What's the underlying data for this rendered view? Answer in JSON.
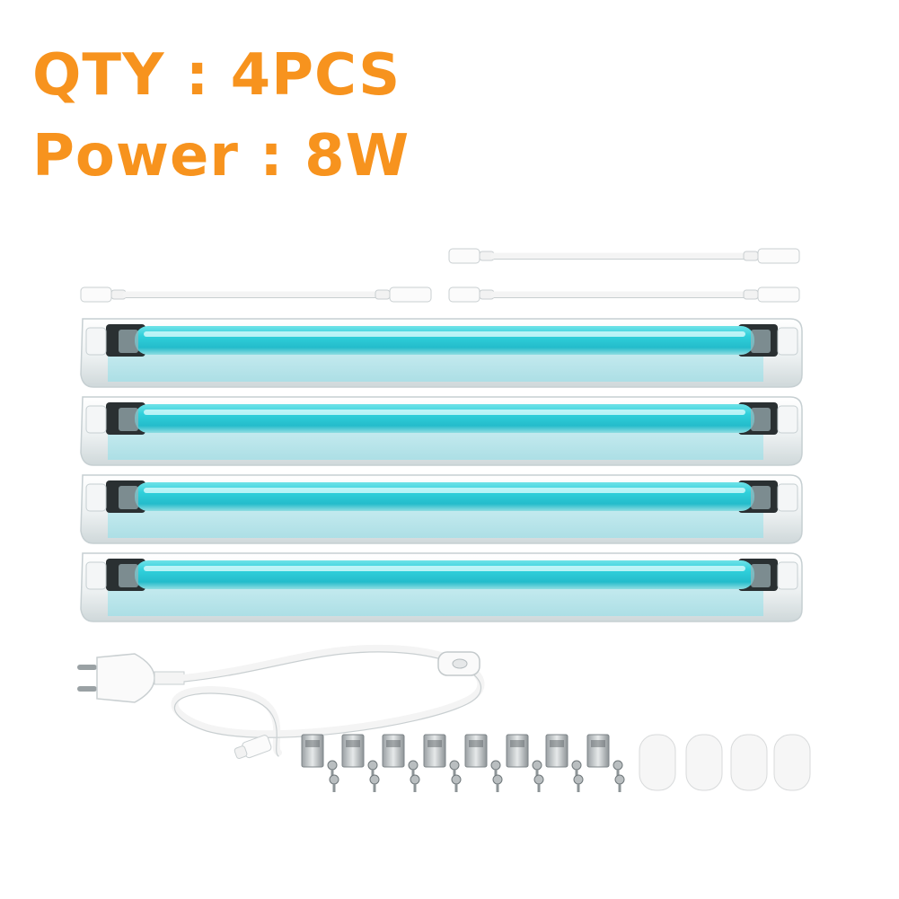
{
  "caption": {
    "qty": "QTY : 4PCS",
    "power": "Power : 8W",
    "text_color": "#f7931e"
  },
  "product": {
    "lamp_count": 4,
    "tube_glow_color": "#3fd3dc",
    "housing_color": "#eef2f3",
    "connector_cables_shown": 3,
    "mounting_clips_shown": 8,
    "screws_shown": 16,
    "adhesive_pads_shown": 4
  }
}
